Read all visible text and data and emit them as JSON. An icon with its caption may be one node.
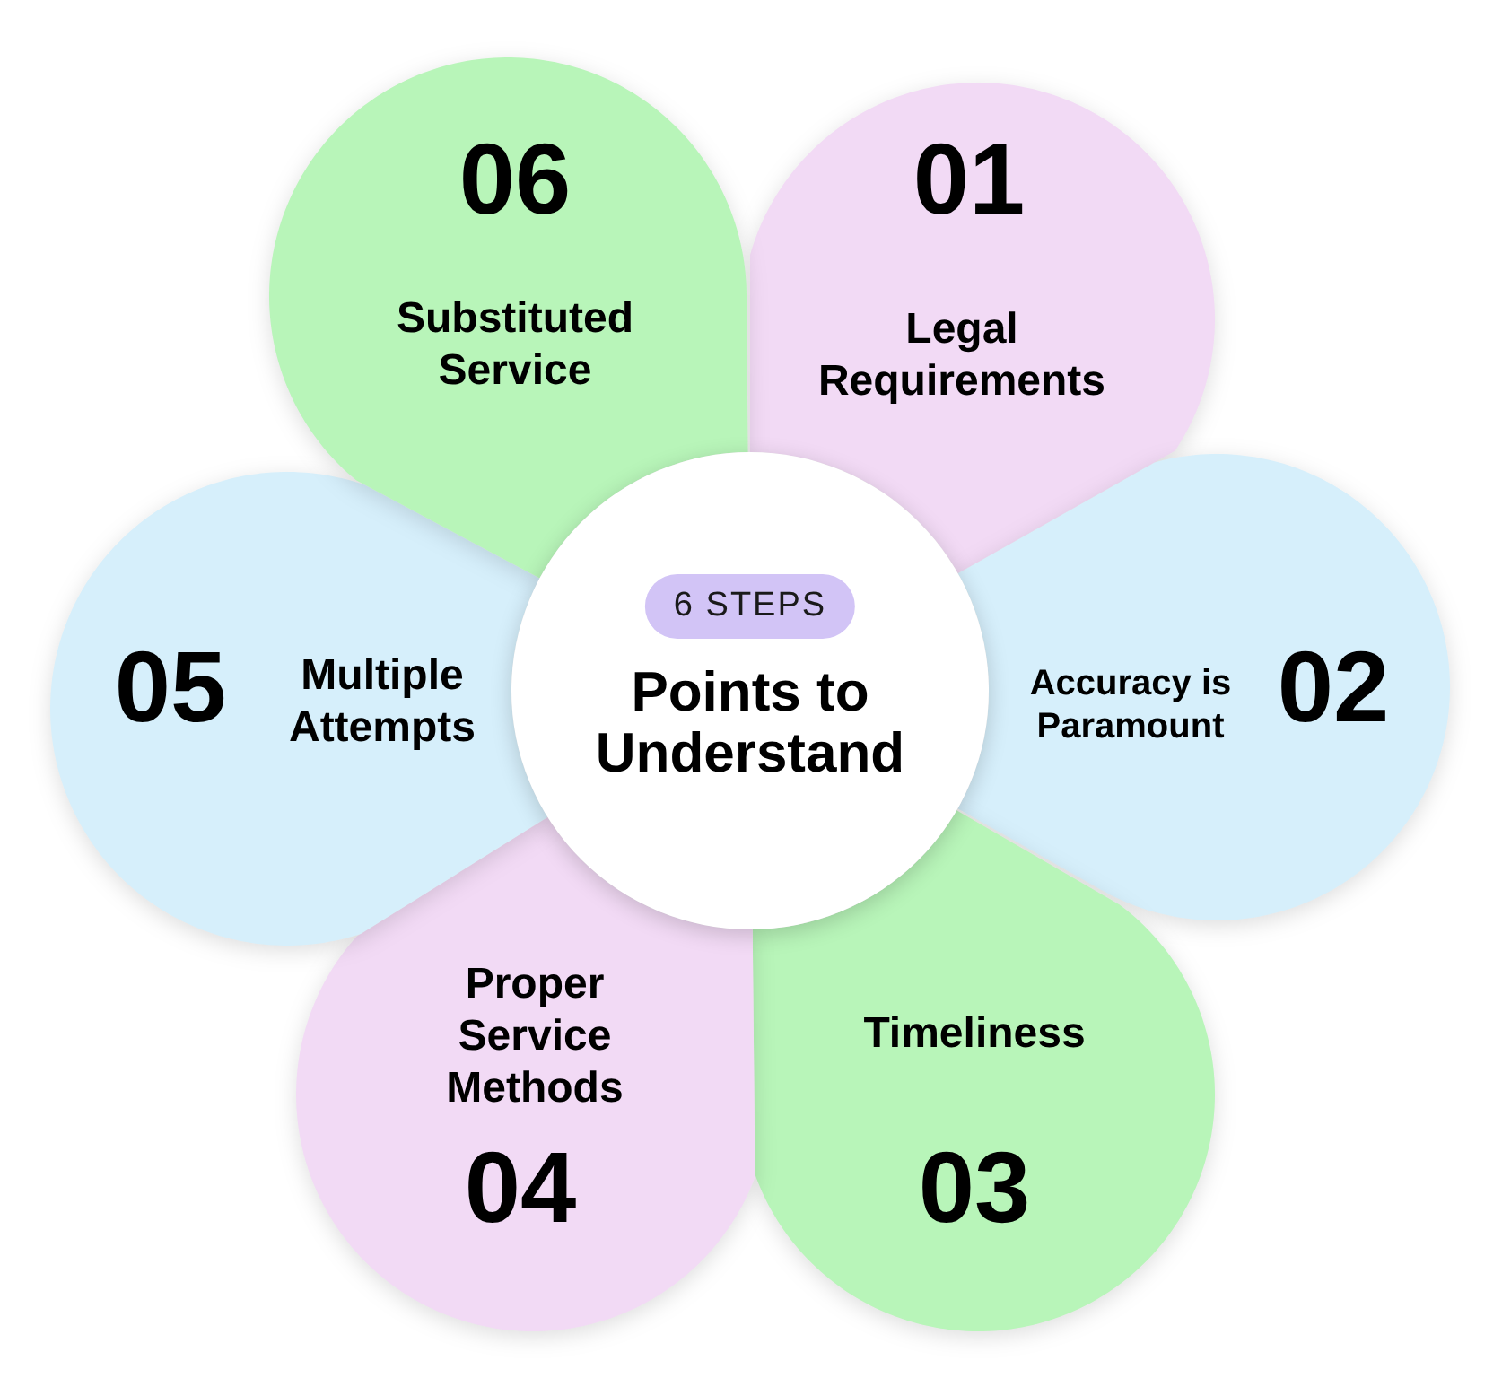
{
  "diagram": {
    "nodes": [
      {
        "text": [
          "Points to Understand"
        ]
      },
      {
        "text": [
          "6 STEPS"
        ],
        "in": 0
      },
      {
        "text": [
          "01",
          "Legal Requirements"
        ]
      },
      {
        "text": [
          "Accuracy is Paramount",
          "02"
        ]
      },
      {
        "text": [
          "Timeliness",
          "03"
        ]
      },
      {
        "text": [
          "Proper Service Methods",
          "04"
        ]
      },
      {
        "text": [
          "05",
          "Multiple Attempts"
        ]
      },
      {
        "text": [
          "06",
          "Substituted Service"
        ]
      }
    ]
  }
}
